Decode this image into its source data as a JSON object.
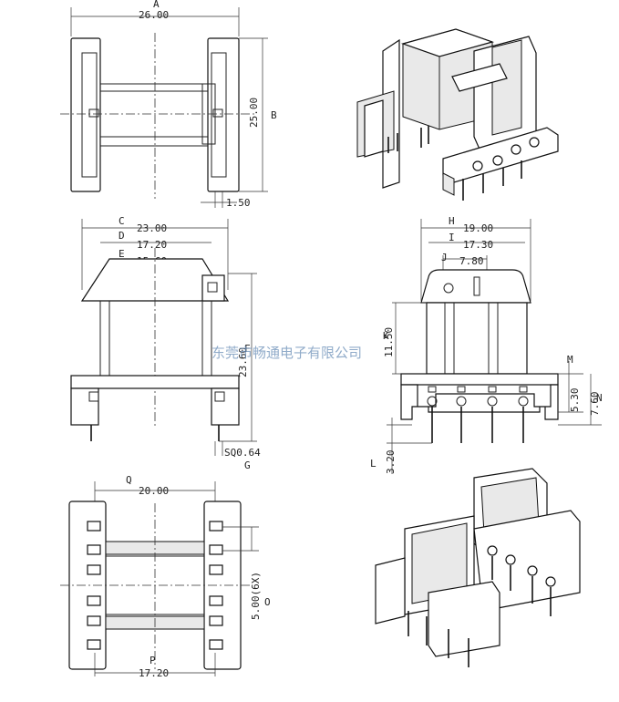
{
  "dimensions": {
    "A": "A",
    "A_value": "26.00",
    "B": "B",
    "B_value": "25.00",
    "pin_offset_value": "1.50",
    "C": "C",
    "C_value": "23.00",
    "D": "D",
    "D_value": "17.20",
    "E": "E",
    "E_value": "15.60",
    "F": "F",
    "F_value": "23.60",
    "G": "G",
    "G_value": "SQ0.64",
    "H": "H",
    "H_value": "19.00",
    "I": "I",
    "I_value": "17.30",
    "J": "J",
    "J_value": "7.80",
    "K": "K",
    "K_value": "11.50",
    "L": "L",
    "L_value": "3.20",
    "M": "M",
    "M_value": "5.30",
    "N": "N",
    "N_value": "7.60",
    "O": "O",
    "O_value": "5.00(6X)",
    "P": "P",
    "P_value": "17.20",
    "Q": "Q",
    "Q_value": "20.00"
  },
  "watermark": "东莞市畅通电子有限公司"
}
